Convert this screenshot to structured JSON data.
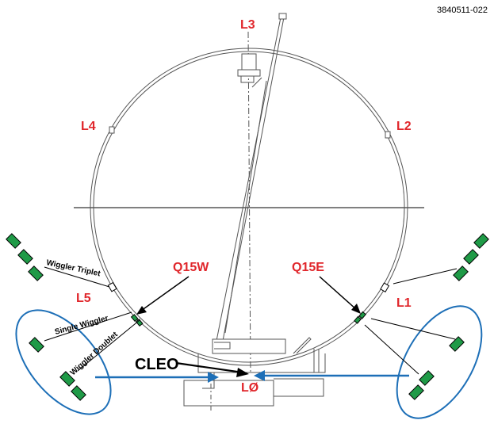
{
  "figure_id": "3840511-022",
  "labels": {
    "l3": "L3",
    "l4": "L4",
    "l2": "L2",
    "l5": "L5",
    "l1": "L1",
    "l0": "LØ",
    "q15w": "Q15W",
    "q15e": "Q15E",
    "cleo": "CLEO"
  },
  "magnet_groups": {
    "wiggler_triplet": "Wiggler Triplet",
    "single_wiggler": "Single Wiggler",
    "wiggler_doublet": "Wiggler Doublet"
  },
  "colors": {
    "label_red": "#e0262b",
    "magnet_green": "#1f9a47",
    "highlight_blue": "#1d6fb7",
    "structure_gray": "#555555"
  }
}
